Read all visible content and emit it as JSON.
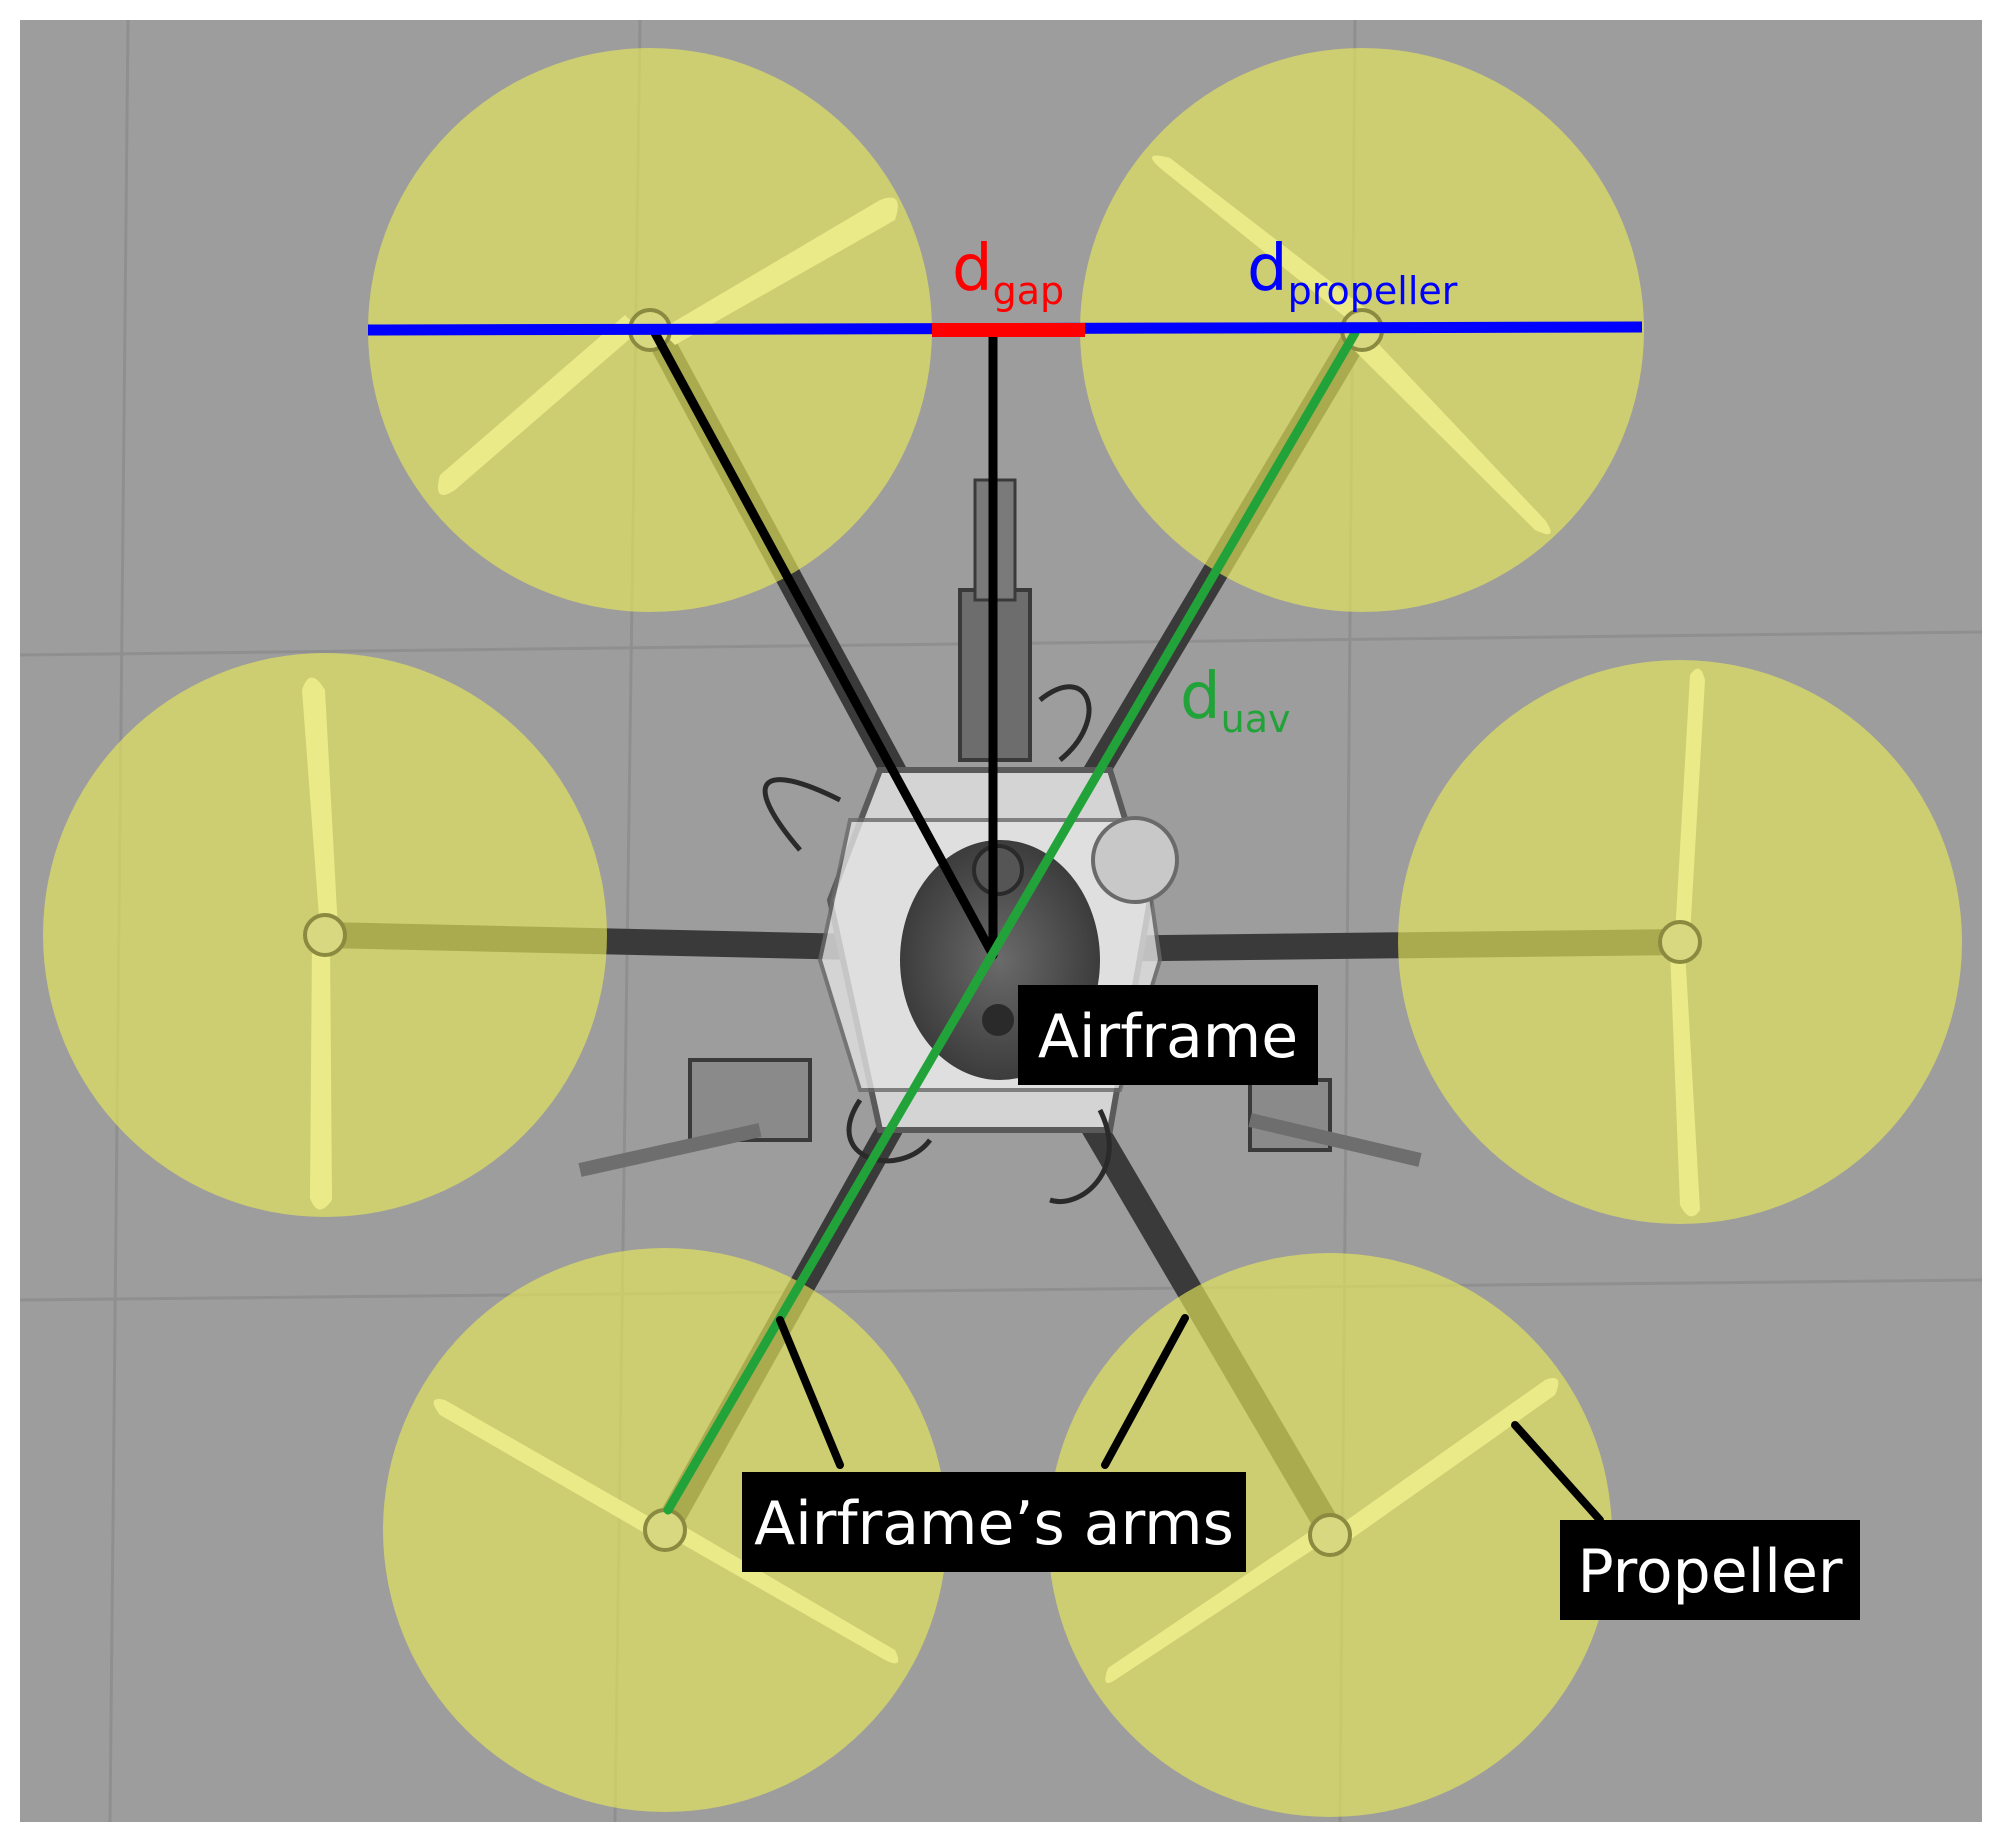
{
  "colors": {
    "page_background": "#ffffff",
    "floor_background": "#9d9d9d",
    "floor_tile_line": "#8a8a8a",
    "propeller_disc": "#e6e65a",
    "propeller_disc_opacity": 0.65,
    "propeller_blade": "#eaea88",
    "gap_line": "#ff0000",
    "propeller_line": "#0000ff",
    "uav_line": "#22a33a",
    "pointer_line": "#000000",
    "label_box_bg": "#000000",
    "label_text": "#ffffff"
  },
  "measurements": {
    "gap": {
      "symbol": "d",
      "subscript": "gap"
    },
    "propeller": {
      "symbol": "d",
      "subscript": "propeller"
    },
    "uav": {
      "symbol": "d",
      "subscript": "uav"
    }
  },
  "labels": {
    "airframe": "Airframe",
    "arms": "Airframe’s arms",
    "propeller": "Propeller"
  },
  "rotors": {
    "count": 6
  }
}
